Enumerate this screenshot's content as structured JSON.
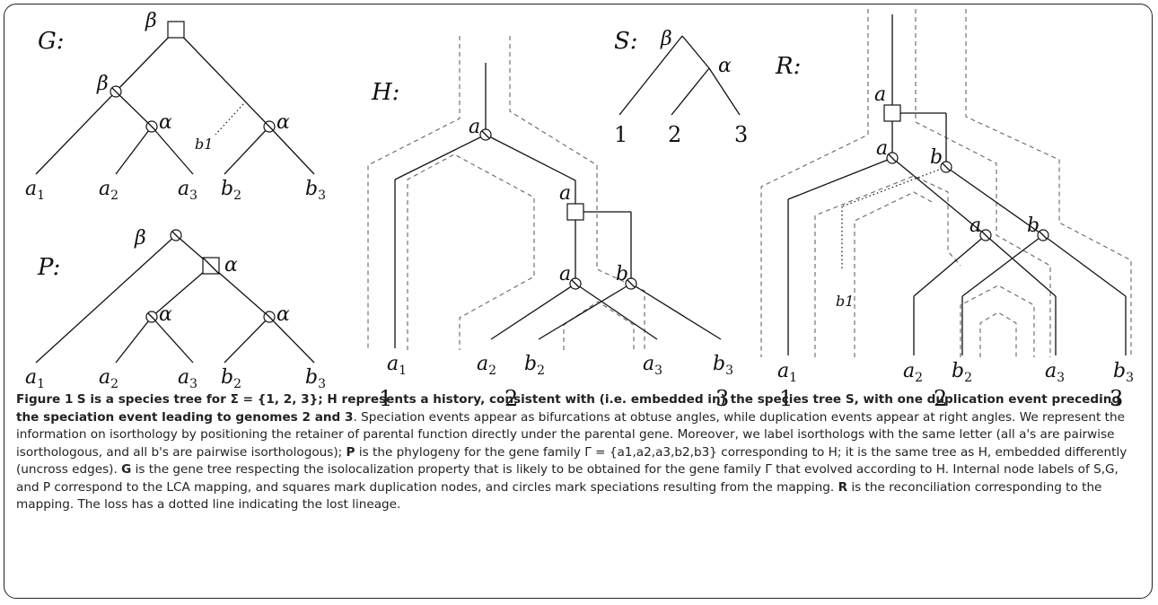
{
  "figure": {
    "panels": {
      "G": {
        "title": "G:",
        "internal": [
          "β",
          "β",
          "α",
          "α"
        ],
        "leaves": [
          "a1",
          "a2",
          "a3",
          "b2",
          "b3"
        ],
        "loss": "b1"
      },
      "P": {
        "title": "P:",
        "internal": [
          "β",
          "α",
          "α",
          "α"
        ],
        "leaves": [
          "a1",
          "a2",
          "a3",
          "b2",
          "b3"
        ]
      },
      "H": {
        "title": "H:",
        "internal": [
          "a",
          "a",
          "a",
          "b"
        ],
        "leaves": [
          "a1",
          "a2",
          "b2",
          "a3",
          "b3"
        ],
        "genomes": [
          "1",
          "2",
          "3"
        ]
      },
      "S": {
        "title": "S:",
        "internal": [
          "β",
          "α"
        ],
        "leaves": [
          "1",
          "2",
          "3"
        ]
      },
      "R": {
        "title": "R:",
        "internal": [
          "a",
          "a",
          "b",
          "a",
          "b"
        ],
        "leaves": [
          "a1",
          "a2",
          "b2",
          "a3",
          "b3"
        ],
        "loss": "b1",
        "genomes": [
          "1",
          "2",
          "3"
        ]
      }
    }
  },
  "caption": {
    "label": "Figure 1",
    "bold_title": "S is a species tree for Σ = {1, 2, 3}; H represents a history, consistent with (i.e. embedded in) the species tree S, with one duplication event preceding the speciation event leading to genomes 2 and 3",
    "text1": ". Speciation events appear as bifurcations at obtuse angles, while duplication events appear at right angles. We represent the information on isorthology by positioning the retainer of parental function directly under the parental gene. Moreover, we label isorthologs with the same letter (all a's are pairwise isorthologous, and all b's are pairwise isorthologous); ",
    "P_bold": "P",
    "text2": " is the phylogeny for the gene family Γ = {a1,a2,a3,b2,b3} corresponding to H; it is the same tree as H, embedded differently (uncross edges). ",
    "G_bold": "G",
    "text3": " is the gene tree respecting the isolocalization property that is likely to be obtained for the gene family Γ that evolved according to H. Internal node labels of S,G, and P correspond to the LCA mapping, and squares mark duplication nodes, and circles mark speciations resulting from the mapping. ",
    "R_bold": "R",
    "text4": " is the reconciliation corresponding to the mapping. The loss has a dotted line indicating the lost lineage."
  }
}
